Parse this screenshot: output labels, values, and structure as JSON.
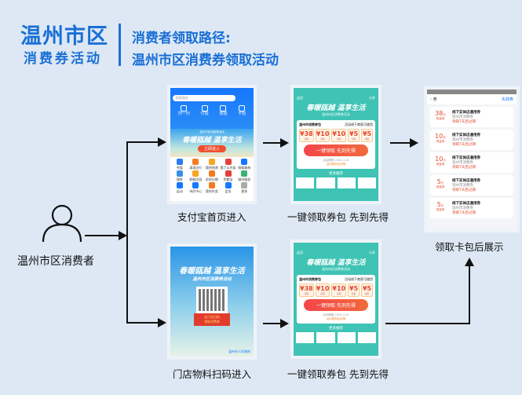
{
  "header": {
    "title_line1": "温州市区",
    "title_line2": "消费券活动",
    "subtitle_line1": "消费者领取路径:",
    "subtitle_line2": "温州市区消费券领取活动"
  },
  "consumer": {
    "label": "温州市区消费者",
    "icon": "person-icon"
  },
  "steps": {
    "alipay_home": {
      "label": "支付宝首页进入",
      "search_placeholder": "搜索服务",
      "actions": [
        "扫一扫",
        "付钱",
        "收钱",
        "卡包"
      ],
      "banner_top": "温州市区消费券活动",
      "banner": "春暖瓯越 温享生活",
      "banner_button": "立即进入",
      "apps": [
        "充值",
        "滴滴出行",
        "我的快递",
        "饿了么外卖",
        "蚂蚁森林",
        "理财",
        "蚂蚁庄园",
        "花呗分期",
        "余额宝",
        "城市服务",
        "运动",
        "市民中心",
        "我的外卖",
        "会员",
        "更多"
      ]
    },
    "claim_top": {
      "label": "一键领取券包 先到先得",
      "nav_back": "返回",
      "nav_right": "分享",
      "banner": "春暖瓯越 温享生活",
      "banner_sub": "温州市区消费券活动",
      "pack_title": "温州市消费券包",
      "pack_right": "活动线下商家可使用",
      "coupons": [
        {
          "value": "¥38",
          "action": "领取"
        },
        {
          "value": "¥10",
          "action": "领取"
        },
        {
          "value": "¥10",
          "action": "领取"
        },
        {
          "value": "¥5",
          "action": "领取"
        },
        {
          "value": "¥5",
          "action": "领取"
        }
      ],
      "button": "一键领取 先到先得",
      "date": "活动期限 2020-4-24",
      "link": "活动规则及说明",
      "more": "更多推荐"
    },
    "store_scan": {
      "label": "门店物料扫码进入",
      "banner": "春暖瓯越 温享生活",
      "banner_sub": "温州市区消费券活动",
      "red_packet_line1": "支付宝扫码",
      "red_packet_line2": "领取消费券",
      "footer": "温州市人民政府"
    },
    "claim_bottom": {
      "label": "一键领取券包 先到先得"
    },
    "card_wallet": {
      "label": "领取卡包后展示",
      "nav_title": "券",
      "nav_right": "失效券",
      "coupons": [
        {
          "amount": "38",
          "unit": "元",
          "type": "现金券",
          "title": "线下实体店通用券",
          "issuer": "温州市消费券",
          "expiry": "领取7天后过期"
        },
        {
          "amount": "10",
          "unit": "元",
          "type": "现金券",
          "title": "线下实体店通用券",
          "issuer": "温州市消费券",
          "expiry": "领取7天后过期"
        },
        {
          "amount": "10",
          "unit": "元",
          "type": "现金券",
          "title": "线下实体店通用券",
          "issuer": "温州市消费券",
          "expiry": "领取7天后过期"
        },
        {
          "amount": "5",
          "unit": "元",
          "type": "现金券",
          "title": "线下实体店通用券",
          "issuer": "温州市消费券",
          "expiry": "领取7天后过期"
        },
        {
          "amount": "5",
          "unit": "元",
          "type": "现金券",
          "title": "线下实体店通用券",
          "issuer": "温州市消费券",
          "expiry": "领取7天后过期"
        }
      ]
    }
  },
  "colors": {
    "brand": "#1a6fd6",
    "background": "#dde8f4",
    "coupon_red": "#e5482d"
  }
}
